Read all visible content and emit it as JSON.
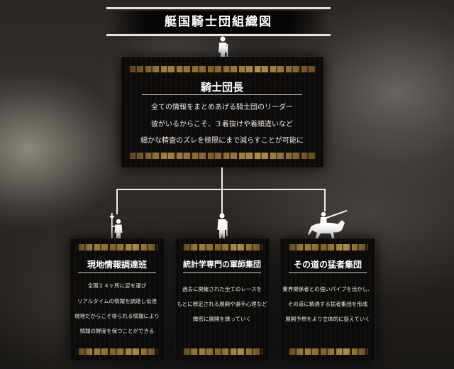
{
  "title": "艇国騎士団組織図",
  "leader": {
    "title": "騎士団長",
    "lines": [
      "全ての情報をまとめあげる騎士団のリーダー",
      "彼がいるからこそ、３着抜けや着順違いなど",
      "細かな精査のズレを極限にまで減らすことが可能に"
    ]
  },
  "units": [
    {
      "title": "現地情報調達班",
      "lines": [
        "全国２４ヶ所に足を運び",
        "リアルタイムの情報を調達し伝達",
        "現地だからこそ得られる情報により",
        "情報の鮮度を保つことができる"
      ]
    },
    {
      "title": "統計学専門の軍師集団",
      "lines": [
        "過去に開催された全てのレースを",
        "もとに想定される展開や選手心理など",
        "緻密に展開を練っていく"
      ]
    },
    {
      "title": "その道の猛者集団",
      "lines": [
        "業界関係者との強いパイプを活かし、",
        "その道に精通する猛者集団を形成",
        "展開予想をより立体的に捉えていく"
      ]
    }
  ],
  "icons": {
    "leader": "knight-figure-icon",
    "unit1": "halberd-soldier-icon",
    "unit2": "armored-knight-icon",
    "unit3": "mounted-lancer-icon"
  },
  "colors": {
    "accent_stripe": "#b38d4d",
    "panel": "#0c0b0a",
    "text": "#ffffff"
  }
}
